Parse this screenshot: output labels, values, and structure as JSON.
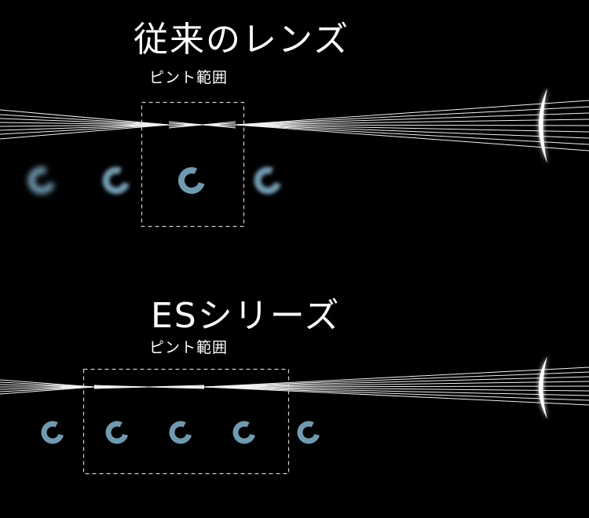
{
  "conventional": {
    "title": "従来のレンズ",
    "focus_range_label": "ピント範囲"
  },
  "es_series": {
    "title": "ESシリーズ",
    "focus_range_label": "ピント範囲"
  },
  "colors": {
    "background": "#000000",
    "rays": "#ffffff",
    "target": "#6f9bb0"
  }
}
